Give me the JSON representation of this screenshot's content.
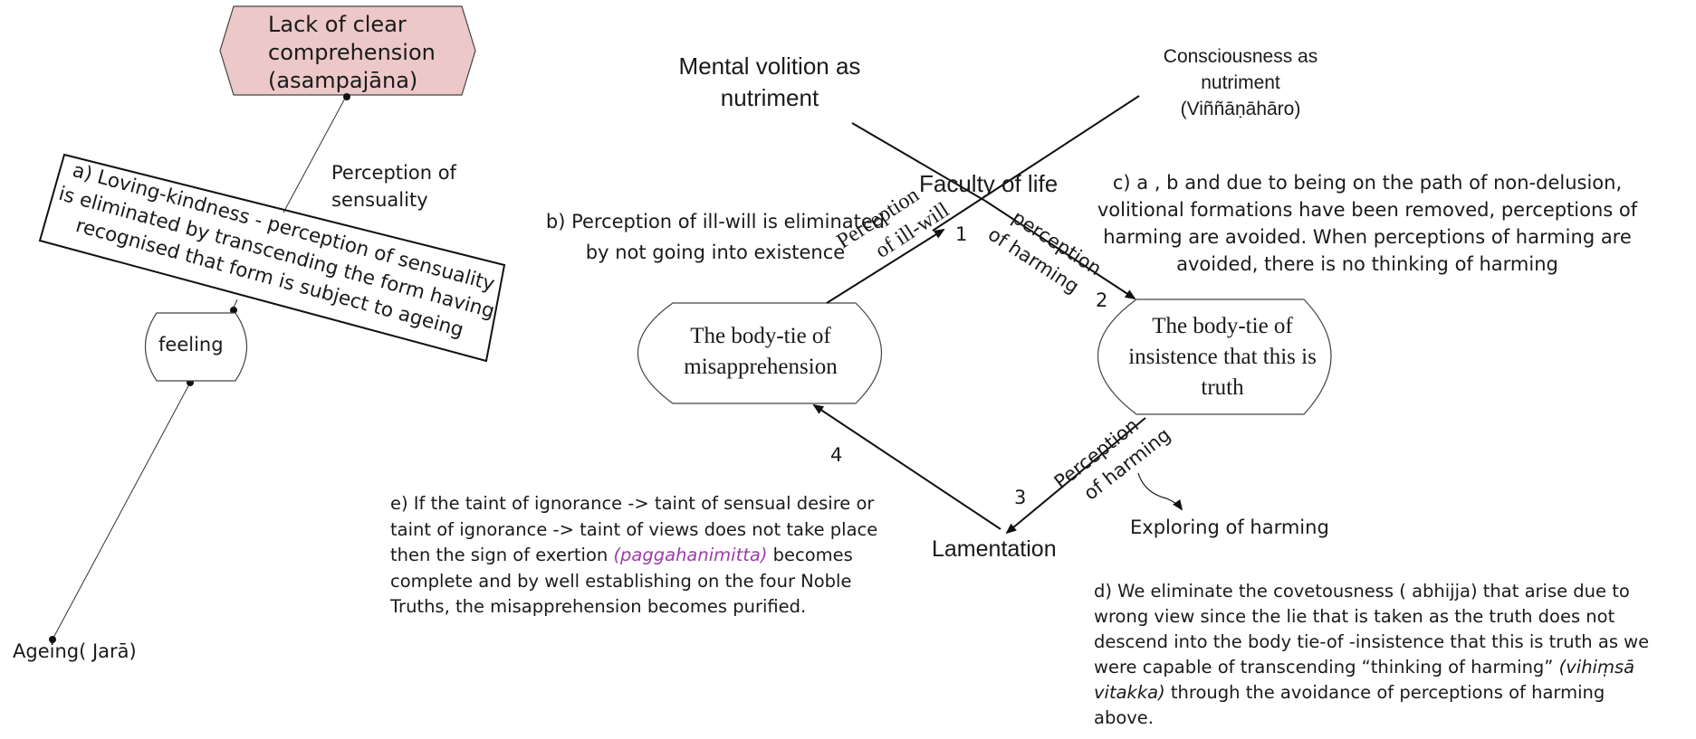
{
  "nodes": {
    "lack": {
      "line1": "Lack of clear",
      "line2": "comprehension",
      "line3": "(asampajāna)",
      "fill": "#ecc8c8"
    },
    "feeling": {
      "label": "feeling"
    },
    "ageing": {
      "label": "Ageing( Jarā)"
    },
    "misapprehension": {
      "line1": "The body-tie of",
      "line2": "misapprehension"
    },
    "insistence": {
      "line1": "The body-tie of",
      "line2": "insistence that this is",
      "line3": "truth"
    }
  },
  "boxes": {
    "a": {
      "line1": "a) Loving-kindness - perception of sensuality",
      "line2": "is eliminated by transcending the form having",
      "line3": "recognised that form is subject to ageing"
    }
  },
  "labels": {
    "perception_sensuality": {
      "line1": "Perception of",
      "line2": "sensuality"
    },
    "mental_volition": {
      "line1": "Mental volition as",
      "line2": "nutriment"
    },
    "consciousness": {
      "line1": "Consciousness as",
      "line2": "nutriment",
      "line3": "(Viññāṇāhāro)"
    },
    "faculty_of_life": "Faculty of life",
    "lamentation": "Lamentation",
    "exploring_harming": "Exploring of harming"
  },
  "edges": {
    "edge1": {
      "number": "1",
      "label1": "Perception",
      "label2": "of ill-will"
    },
    "edge2": {
      "number": "2",
      "label1": "perception",
      "label2": "of harming"
    },
    "edge3": {
      "number": "3",
      "label1": "Perception",
      "label2": "of harming"
    },
    "edge4": {
      "number": "4"
    }
  },
  "notes": {
    "b": {
      "line1": "b) Perception of ill-will is eliminated",
      "line2": "by not going into existence"
    },
    "c": {
      "line1": "c)   a , b and due to being on the path of non-delusion,",
      "line2": "volitional formations have been removed, perceptions of",
      "line3": "harming are avoided. When perceptions of harming are",
      "line4": "avoided, there is no thinking of harming"
    },
    "d": {
      "line1": "d) We eliminate the covetousness ( abhijja) that arise due to",
      "line2": "wrong view since the lie that is taken as the truth does not",
      "line3": "descend into the body tie-of -insistence that this is truth as we",
      "line4": "were capable of transcending “thinking of harming”",
      "line4_em": "(vihiṃsā",
      "line5_em": "vitakka)",
      "line5": "through the avoidance of perceptions of harming",
      "line6": "above."
    },
    "e": {
      "line1": "e) If the taint of ignorance  -> taint of sensual desire or",
      "line2": "taint of ignorance -> taint of views does not take place",
      "line3a": "then the sign of exertion",
      "line3_em": "(paggahanimitta)",
      "line3b": "becomes",
      "line4": "complete and by well establishing on the four Noble",
      "line5": "Truths, the misapprehension becomes purified.",
      "em_color": "#9b3ea8"
    }
  }
}
